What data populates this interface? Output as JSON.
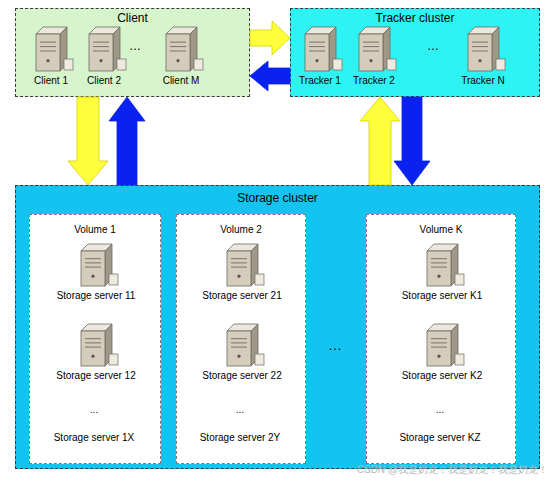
{
  "diagram": {
    "nodes": [
      {
        "text": [
          "Client"
        ]
      },
      {
        "text": [
          "Client 1"
        ],
        "in": 0
      },
      {
        "text": [
          "Client 2"
        ],
        "in": 0
      },
      {
        "text": [
          "Client M"
        ],
        "in": 0
      },
      {
        "text": [
          "Tracker cluster"
        ]
      },
      {
        "text": [
          "Tracker 1"
        ],
        "in": 4
      },
      {
        "text": [
          "Tracker 2"
        ],
        "in": 4
      },
      {
        "text": [
          "Tracker N"
        ],
        "in": 4
      },
      {
        "text": [
          "Storage cluster"
        ]
      },
      {
        "text": [
          "Volume 1"
        ],
        "in": 8
      },
      {
        "text": [
          "Storage server 11"
        ],
        "in": 9
      },
      {
        "text": [
          "Storage server 12"
        ],
        "in": 9
      },
      {
        "text": [
          "Volume 2"
        ],
        "in": 8
      },
      {
        "text": [
          "Storage server 21"
        ],
        "in": 12
      },
      {
        "text": [
          "Storage server 22"
        ],
        "in": 12
      },
      {
        "text": [
          "Volume K"
        ],
        "in": 8
      },
      {
        "text": [
          "Storage server K1"
        ],
        "in": 15
      },
      {
        "text": [
          "Storage server K2"
        ],
        "in": 15
      }
    ],
    "edges": [
      {
        "from": 0,
        "to": 4,
        "arrow": "to"
      },
      {
        "from": 4,
        "to": 0,
        "arrow": "to"
      },
      {
        "from": 0,
        "to": 8,
        "arrow": "to"
      },
      {
        "from": 8,
        "to": 0,
        "arrow": "to"
      },
      {
        "from": 8,
        "to": 4,
        "arrow": "to"
      },
      {
        "from": 4,
        "to": 8,
        "arrow": "to"
      }
    ],
    "labels": [
      "…",
      "…",
      "...",
      "Storage server 1X",
      "...",
      "Storage server 2Y",
      "…",
      "...",
      "Storage server KZ",
      "CSDN @我是奶龙！我是奶龙！我是奶龙！"
    ]
  }
}
